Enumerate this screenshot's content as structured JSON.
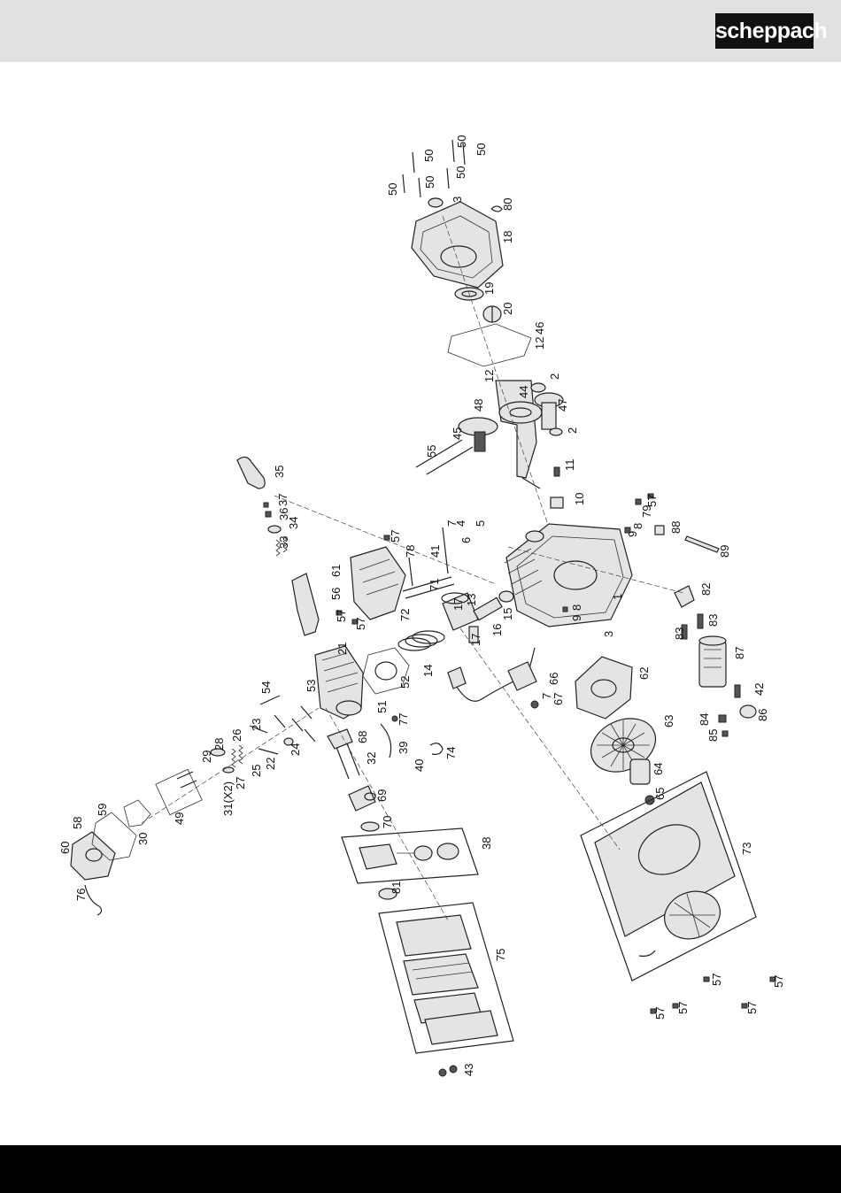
{
  "brand": {
    "logo_text": "scheppach"
  },
  "diagram": {
    "callouts": [
      {
        "id": "c50a",
        "text": "50"
      },
      {
        "id": "c50b",
        "text": "50"
      },
      {
        "id": "c50c",
        "text": "50"
      },
      {
        "id": "c50d",
        "text": "50"
      },
      {
        "id": "c50e",
        "text": "50"
      },
      {
        "id": "c50f",
        "text": "50"
      },
      {
        "id": "c3a",
        "text": "3"
      },
      {
        "id": "c80",
        "text": "80"
      },
      {
        "id": "c18",
        "text": "18"
      },
      {
        "id": "c19",
        "text": "19"
      },
      {
        "id": "c20",
        "text": "20"
      },
      {
        "id": "c12a",
        "text": "12"
      },
      {
        "id": "c46",
        "text": "46"
      },
      {
        "id": "c12b",
        "text": "12"
      },
      {
        "id": "c2a",
        "text": "2"
      },
      {
        "id": "c44",
        "text": "44"
      },
      {
        "id": "c47",
        "text": "47"
      },
      {
        "id": "c2b",
        "text": "2"
      },
      {
        "id": "c48",
        "text": "48"
      },
      {
        "id": "c45",
        "text": "45"
      },
      {
        "id": "c55",
        "text": "55"
      },
      {
        "id": "c11",
        "text": "11"
      },
      {
        "id": "c10",
        "text": "10"
      },
      {
        "id": "c57a",
        "text": "57"
      },
      {
        "id": "c79",
        "text": "79"
      },
      {
        "id": "c8a",
        "text": "8"
      },
      {
        "id": "c9a",
        "text": "9"
      },
      {
        "id": "c88",
        "text": "88"
      },
      {
        "id": "c89",
        "text": "89"
      },
      {
        "id": "c7a",
        "text": "7"
      },
      {
        "id": "c4",
        "text": "4"
      },
      {
        "id": "c5",
        "text": "5"
      },
      {
        "id": "c6",
        "text": "6"
      },
      {
        "id": "c35",
        "text": "35"
      },
      {
        "id": "c37",
        "text": "37"
      },
      {
        "id": "c36",
        "text": "36"
      },
      {
        "id": "c34",
        "text": "34"
      },
      {
        "id": "c33",
        "text": "33"
      },
      {
        "id": "c57b",
        "text": "57"
      },
      {
        "id": "c78",
        "text": "78"
      },
      {
        "id": "c41",
        "text": "41"
      },
      {
        "id": "c61",
        "text": "61"
      },
      {
        "id": "c56",
        "text": "56"
      },
      {
        "id": "c57c",
        "text": "57"
      },
      {
        "id": "c57d",
        "text": "57"
      },
      {
        "id": "c71",
        "text": "71"
      },
      {
        "id": "c72",
        "text": "72"
      },
      {
        "id": "c13",
        "text": "13"
      },
      {
        "id": "c17a",
        "text": "17"
      },
      {
        "id": "c17b",
        "text": "17"
      },
      {
        "id": "c15",
        "text": "15"
      },
      {
        "id": "c16",
        "text": "16"
      },
      {
        "id": "c1",
        "text": "1"
      },
      {
        "id": "c82",
        "text": "82"
      },
      {
        "id": "c8b",
        "text": "8"
      },
      {
        "id": "c9b",
        "text": "9"
      },
      {
        "id": "c83a",
        "text": "83"
      },
      {
        "id": "c83b",
        "text": "83"
      },
      {
        "id": "c3b",
        "text": "3"
      },
      {
        "id": "c87",
        "text": "87"
      },
      {
        "id": "c21",
        "text": "21"
      },
      {
        "id": "c14",
        "text": "14"
      },
      {
        "id": "c52",
        "text": "52"
      },
      {
        "id": "c42",
        "text": "42"
      },
      {
        "id": "c86",
        "text": "86"
      },
      {
        "id": "c54",
        "text": "54"
      },
      {
        "id": "c53",
        "text": "53"
      },
      {
        "id": "c51",
        "text": "51"
      },
      {
        "id": "c62",
        "text": "62"
      },
      {
        "id": "c66",
        "text": "66"
      },
      {
        "id": "c7b",
        "text": "7"
      },
      {
        "id": "c67",
        "text": "67"
      },
      {
        "id": "c84",
        "text": "84"
      },
      {
        "id": "c85",
        "text": "85"
      },
      {
        "id": "c23",
        "text": "23"
      },
      {
        "id": "c24",
        "text": "24"
      },
      {
        "id": "c77",
        "text": "77"
      },
      {
        "id": "c63",
        "text": "63"
      },
      {
        "id": "c26",
        "text": "26"
      },
      {
        "id": "c28",
        "text": "28"
      },
      {
        "id": "c29",
        "text": "29"
      },
      {
        "id": "c25",
        "text": "25"
      },
      {
        "id": "c22",
        "text": "22"
      },
      {
        "id": "c27",
        "text": "27"
      },
      {
        "id": "c68",
        "text": "68"
      },
      {
        "id": "c32",
        "text": "32"
      },
      {
        "id": "c39",
        "text": "39"
      },
      {
        "id": "c40",
        "text": "40"
      },
      {
        "id": "c74",
        "text": "74"
      },
      {
        "id": "c64",
        "text": "64"
      },
      {
        "id": "c31",
        "text": "31(X2)"
      },
      {
        "id": "c69",
        "text": "69"
      },
      {
        "id": "c65",
        "text": "65"
      },
      {
        "id": "c49",
        "text": "49"
      },
      {
        "id": "c30",
        "text": "30"
      },
      {
        "id": "c70",
        "text": "70"
      },
      {
        "id": "c73",
        "text": "73"
      },
      {
        "id": "c58",
        "text": "58"
      },
      {
        "id": "c59",
        "text": "59"
      },
      {
        "id": "c60",
        "text": "60"
      },
      {
        "id": "c38",
        "text": "38"
      },
      {
        "id": "c76",
        "text": "76"
      },
      {
        "id": "c81",
        "text": "81"
      },
      {
        "id": "c75",
        "text": "75"
      },
      {
        "id": "c57e",
        "text": "57"
      },
      {
        "id": "c57f",
        "text": "57"
      },
      {
        "id": "c57g",
        "text": "57"
      },
      {
        "id": "c57h",
        "text": "57"
      },
      {
        "id": "c57i",
        "text": "57"
      },
      {
        "id": "c43",
        "text": "43"
      }
    ]
  }
}
